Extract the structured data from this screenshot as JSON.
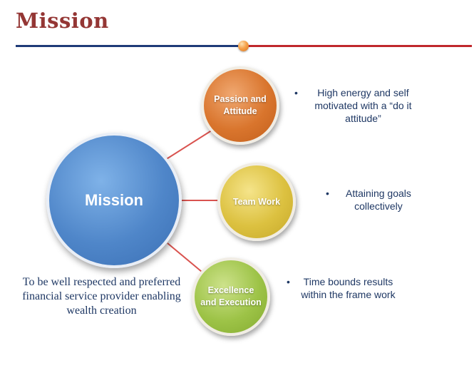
{
  "title": "Mission",
  "colors": {
    "title": "#943634",
    "rule_left": "#1f3b78",
    "rule_right": "#c0282d",
    "main_circle": "#4f86c9",
    "passion": "#d9752d",
    "team": "#dcc140",
    "excellence": "#9dc347",
    "connector": "#d9534f",
    "body_text": "#1f3864"
  },
  "diagram": {
    "center_label": "Mission",
    "nodes": [
      {
        "label": "Passion and Attitude",
        "bullet": "High energy and self motivated with a “do it attitude”"
      },
      {
        "label": "Team Work",
        "bullet": "Attaining goals collectively"
      },
      {
        "label": "Excellence and Execution",
        "bullet": "Time bounds results within the frame work"
      }
    ]
  },
  "mission_statement": "To be well respected and preferred financial service provider enabling wealth creation"
}
